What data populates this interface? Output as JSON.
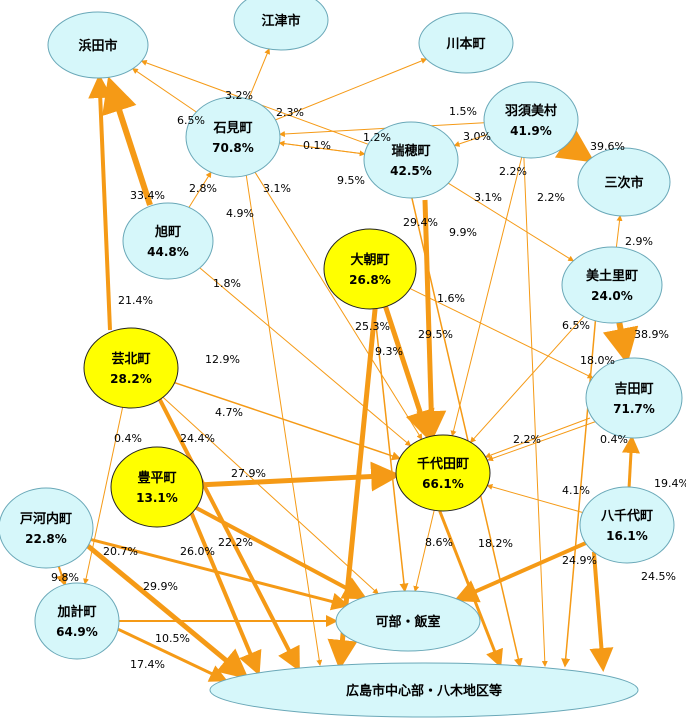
{
  "colors": {
    "node_blue": "#d6f7fa",
    "node_yellow": "#ffff00",
    "node_stroke": "#6aa8b8",
    "arrow": "#f59a16"
  },
  "nodes": {
    "hamada": {
      "name": "浜田市"
    },
    "gotsu": {
      "name": "江津市"
    },
    "kawamoto": {
      "name": "川本町"
    },
    "iwami": {
      "name": "石見町",
      "pct": "70.8%"
    },
    "mizuho": {
      "name": "瑞穂町",
      "pct": "42.5%"
    },
    "hasumi": {
      "name": "羽須美村",
      "pct": "41.9%"
    },
    "miyoshi": {
      "name": "三次市"
    },
    "asahi": {
      "name": "旭町",
      "pct": "44.8%"
    },
    "oasa": {
      "name": "大朝町",
      "pct": "26.8%"
    },
    "mitsuri": {
      "name": "美土里町",
      "pct": "24.0%"
    },
    "geihoku": {
      "name": "芸北町",
      "pct": "28.2%"
    },
    "yoshida": {
      "name": "吉田町",
      "pct": "71.7%"
    },
    "toyohira": {
      "name": "豊平町",
      "pct": "13.1%"
    },
    "chiyoda": {
      "name": "千代田町",
      "pct": "66.1%"
    },
    "tokouchi": {
      "name": "戸河内町",
      "pct": "22.8%"
    },
    "yachiyo": {
      "name": "八千代町",
      "pct": "16.1%"
    },
    "kake": {
      "name": "加計町",
      "pct": "64.9%"
    },
    "kabe": {
      "name": "可部・飯室"
    },
    "hiroshima": {
      "name": "広島市中心部・八木地区等"
    }
  },
  "edges": [
    {
      "from": "iwami",
      "to": "gotsu",
      "label": "3.2%"
    },
    {
      "from": "iwami",
      "to": "kawamoto",
      "label": "2.3%"
    },
    {
      "from": "iwami",
      "to": "hamada",
      "label": "6.5%"
    },
    {
      "from": "iwami",
      "to": "mizuho",
      "label": "0.1%"
    },
    {
      "from": "mizuho",
      "to": "iwami",
      "label": "9.5%"
    },
    {
      "from": "mizuho",
      "to": "hamada",
      "label": "1.2%"
    },
    {
      "from": "hasumi",
      "to": "iwami",
      "label": "1.5%"
    },
    {
      "from": "hasumi",
      "to": "mizuho",
      "label": "3.0%"
    },
    {
      "from": "hasumi",
      "to": "miyoshi",
      "label": "39.6%"
    },
    {
      "from": "hasumi",
      "to": "chiyoda",
      "label": "2.2%"
    },
    {
      "from": "hasumi",
      "to": "hiroshima",
      "label": "2.2%"
    },
    {
      "from": "mizuho",
      "to": "mitsuri",
      "label": "3.1%"
    },
    {
      "from": "mizuho",
      "to": "chiyoda",
      "label": "29.4%"
    },
    {
      "from": "mizuho",
      "to": "hiroshima",
      "label": "9.9%"
    },
    {
      "from": "iwami",
      "to": "chiyoda",
      "label": "3.1%"
    },
    {
      "from": "iwami",
      "to": "hiroshima",
      "label": "4.9%"
    },
    {
      "from": "asahi",
      "to": "iwami",
      "label": "2.8%"
    },
    {
      "from": "asahi",
      "to": "hamada",
      "label": "33.4%"
    },
    {
      "from": "asahi",
      "to": "chiyoda",
      "label": "1.8%"
    },
    {
      "from": "mitsuri",
      "to": "miyoshi",
      "label": "2.9%"
    },
    {
      "from": "mitsuri",
      "to": "yoshida",
      "label": "38.9%"
    },
    {
      "from": "mitsuri",
      "to": "chiyoda",
      "label": "6.5%"
    },
    {
      "from": "mitsuri",
      "to": "hiroshima",
      "label": "18.0%"
    },
    {
      "from": "oasa",
      "to": "chiyoda",
      "label": "29.5%"
    },
    {
      "from": "oasa",
      "to": "yoshida",
      "label": "1.6%"
    },
    {
      "from": "oasa",
      "to": "hiroshima",
      "label": "25.3%"
    },
    {
      "from": "oasa",
      "to": "kabe",
      "label": "9.3%"
    },
    {
      "from": "geihoku",
      "to": "hamada",
      "label": "21.4%"
    },
    {
      "from": "geihoku",
      "to": "chiyoda",
      "label": "12.9%"
    },
    {
      "from": "geihoku",
      "to": "kabe",
      "label": "4.7%"
    },
    {
      "from": "geihoku",
      "to": "hiroshima",
      "label": "24.4%"
    },
    {
      "from": "geihoku",
      "to": "kake",
      "label": "0.4%"
    },
    {
      "from": "yoshida",
      "to": "chiyoda",
      "label": "2.2%"
    },
    {
      "from": "yoshida",
      "to": "chiyoda",
      "label": "0.4%"
    },
    {
      "from": "yachiyo",
      "to": "yoshida",
      "label": "19.4%"
    },
    {
      "from": "yachiyo",
      "to": "chiyoda",
      "label": "4.1%"
    },
    {
      "from": "yachiyo",
      "to": "kabe",
      "label": "24.9%"
    },
    {
      "from": "yachiyo",
      "to": "hiroshima",
      "label": "24.5%"
    },
    {
      "from": "toyohira",
      "to": "chiyoda",
      "label": "27.9%"
    },
    {
      "from": "toyohira",
      "to": "kabe",
      "label": "22.2%"
    },
    {
      "from": "toyohira",
      "to": "hiroshima",
      "label": "26.0%"
    },
    {
      "from": "chiyoda",
      "to": "kabe",
      "label": "8.6%"
    },
    {
      "from": "chiyoda",
      "to": "hiroshima",
      "label": "18.2%"
    },
    {
      "from": "tokouchi",
      "to": "kake",
      "label": "9.8%"
    },
    {
      "from": "tokouchi",
      "to": "kabe",
      "label": "20.7%"
    },
    {
      "from": "tokouchi",
      "to": "hiroshima",
      "label": "29.9%"
    },
    {
      "from": "kake",
      "to": "kabe",
      "label": "10.5%"
    },
    {
      "from": "kake",
      "to": "hiroshima",
      "label": "17.4%"
    }
  ]
}
